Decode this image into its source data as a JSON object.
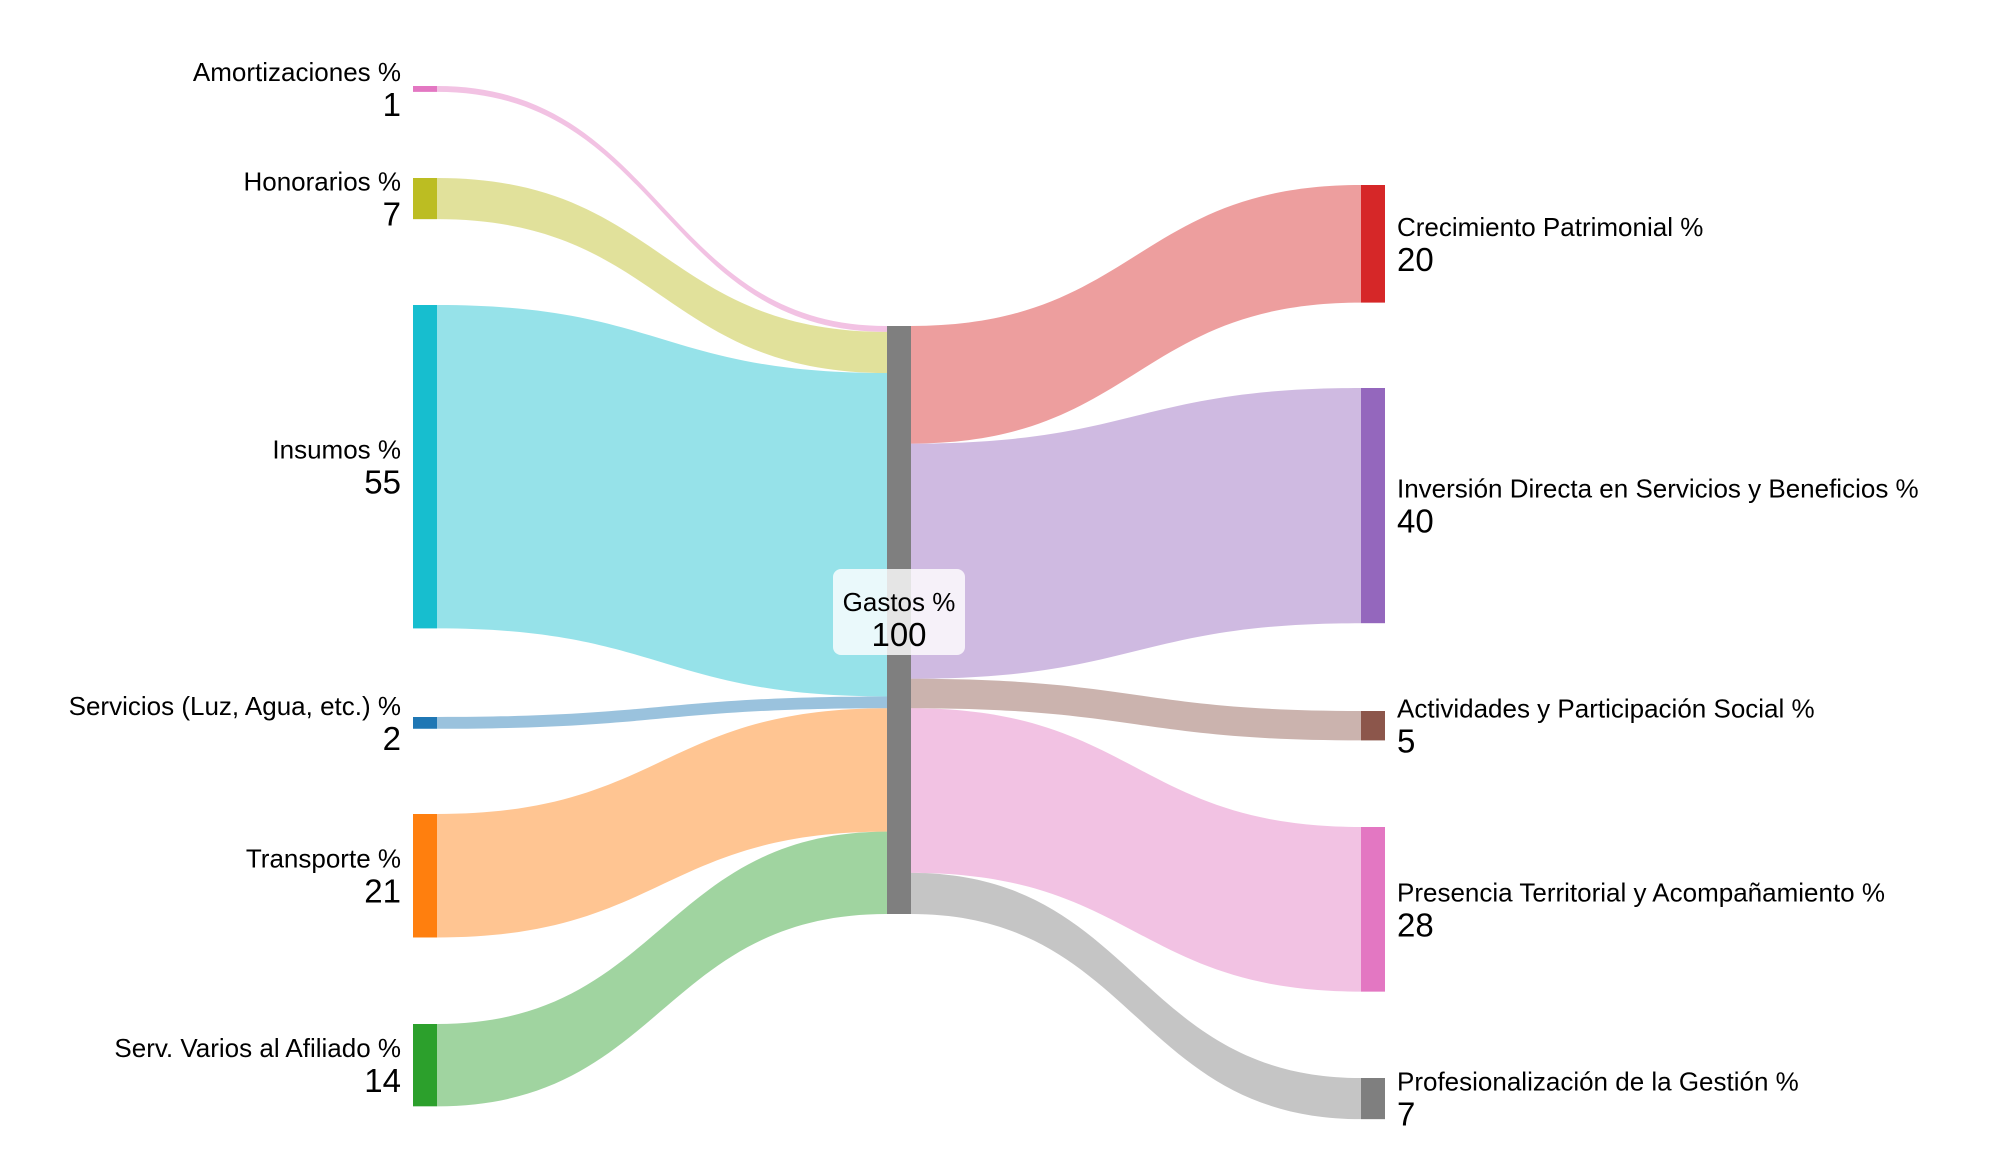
{
  "chart_data": {
    "type": "sankey",
    "title": "",
    "unit_scale": 100,
    "nodes": [
      {
        "id": "amort",
        "name": "Amortizaciones %",
        "value": "1",
        "color": "#e377c2",
        "column": 0
      },
      {
        "id": "hon",
        "name": "Honorarios %",
        "value": "7",
        "color": "#bcbd22",
        "column": 0
      },
      {
        "id": "ins",
        "name": "Insumos %",
        "value": "55",
        "color": "#17becf",
        "column": 0
      },
      {
        "id": "serv",
        "name": "Servicios (Luz, Agua, etc.) %",
        "value": "2",
        "color": "#1f77b4",
        "column": 0
      },
      {
        "id": "trans",
        "name": "Transporte %",
        "value": "21",
        "color": "#ff7f0e",
        "column": 0
      },
      {
        "id": "varios",
        "name": "Serv. Varios al Afiliado %",
        "value": "14",
        "color": "#2ca02c",
        "column": 0
      },
      {
        "id": "gastos",
        "name": "Gastos %",
        "value": "100",
        "color": "#7f7f7f",
        "column": 1
      },
      {
        "id": "crec",
        "name": "Crecimiento Patrimonial %",
        "value": "20",
        "color": "#d62728",
        "column": 2
      },
      {
        "id": "inv",
        "name": "Inversión Directa en Servicios y Beneficios %",
        "value": "40",
        "color": "#9467bd",
        "column": 2
      },
      {
        "id": "act",
        "name": "Actividades y Participación Social %",
        "value": "5",
        "color": "#8c564b",
        "column": 2
      },
      {
        "id": "pres",
        "name": "Presencia Territorial y Acompañamiento %",
        "value": "28",
        "color": "#e377c2",
        "column": 2
      },
      {
        "id": "prof",
        "name": "Profesionalización de la Gestión %",
        "value": "7",
        "color": "#7f7f7f",
        "column": 2
      }
    ],
    "links": [
      {
        "source": "amort",
        "target": "gastos",
        "value": 1
      },
      {
        "source": "hon",
        "target": "gastos",
        "value": 7
      },
      {
        "source": "ins",
        "target": "gastos",
        "value": 55
      },
      {
        "source": "serv",
        "target": "gastos",
        "value": 2
      },
      {
        "source": "trans",
        "target": "gastos",
        "value": 21
      },
      {
        "source": "varios",
        "target": "gastos",
        "value": 14
      },
      {
        "source": "gastos",
        "target": "crec",
        "value": 20
      },
      {
        "source": "gastos",
        "target": "inv",
        "value": 40
      },
      {
        "source": "gastos",
        "target": "act",
        "value": 5
      },
      {
        "source": "gastos",
        "target": "pres",
        "value": 28
      },
      {
        "source": "gastos",
        "target": "prof",
        "value": 7
      }
    ]
  }
}
